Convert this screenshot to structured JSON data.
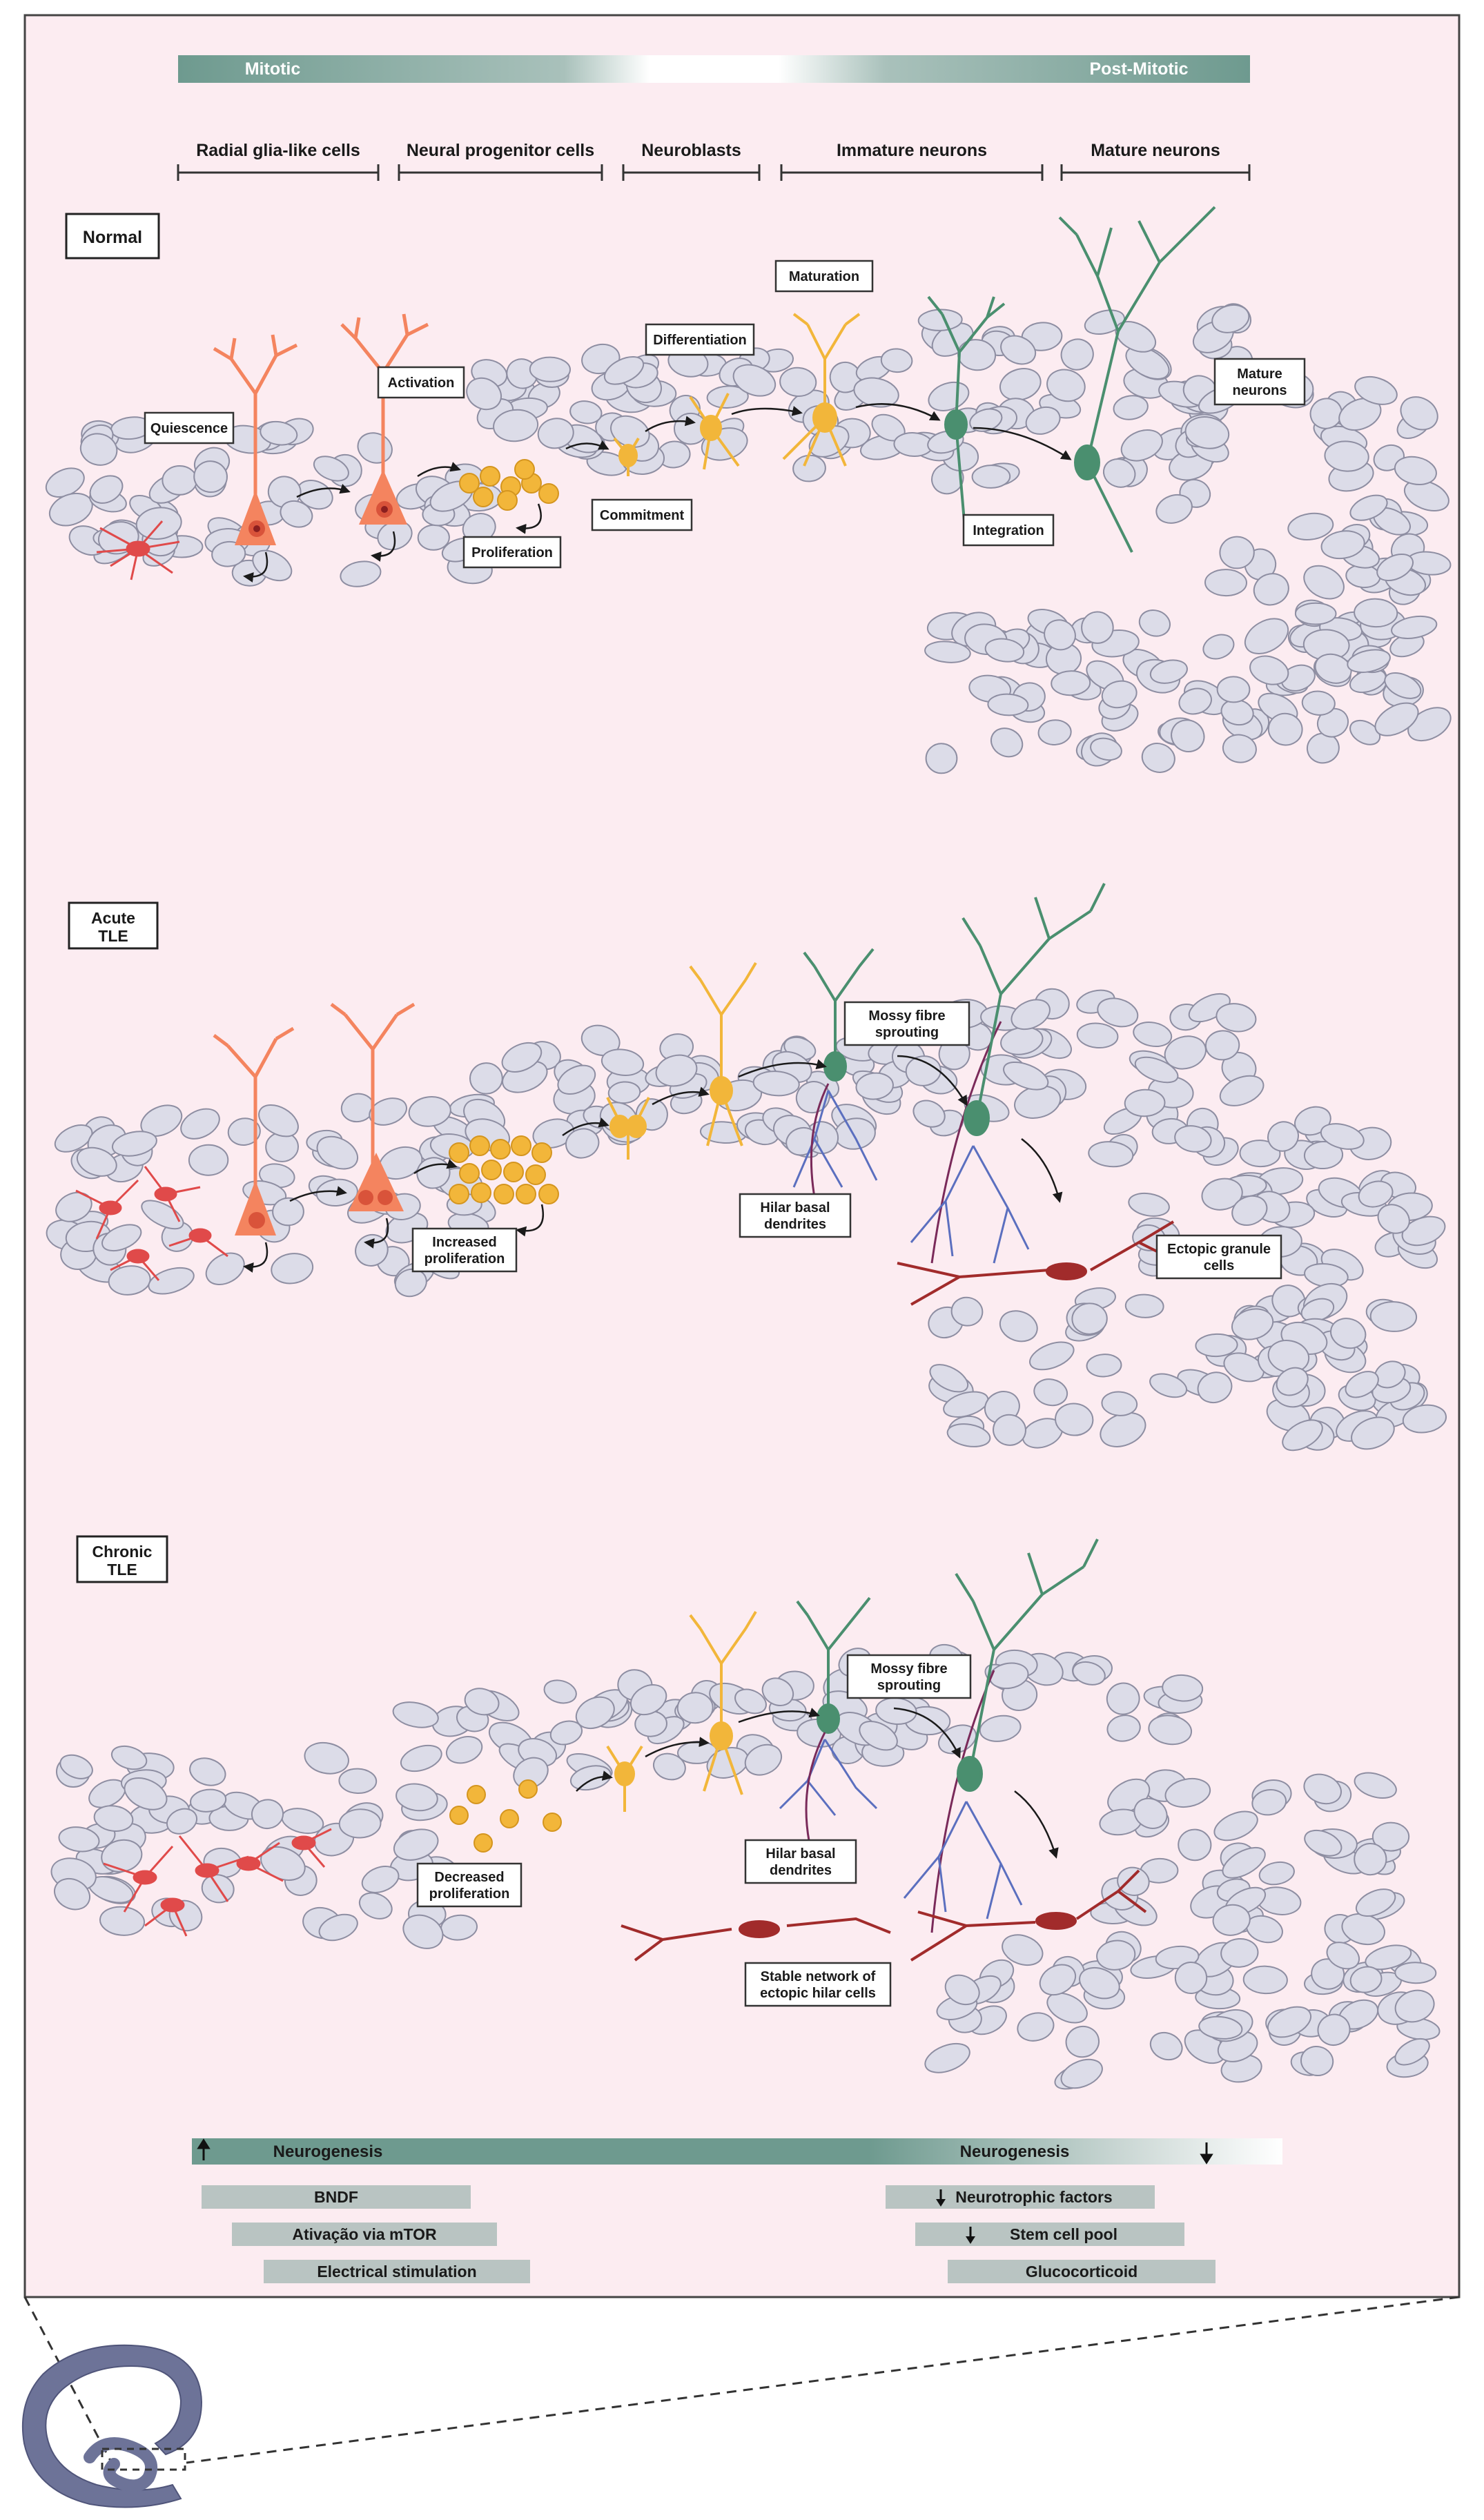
{
  "top_bar": {
    "left_label": "Mitotic",
    "right_label": "Post-Mitotic"
  },
  "stages": [
    "Radial glia-like cells",
    "Neural progenitor cells",
    "Neuroblasts",
    "Immature neurons",
    "Mature neurons"
  ],
  "panels": {
    "normal": {
      "title": "Normal",
      "labels": {
        "quiescence": "Quiescence",
        "activation": "Activation",
        "proliferation": "Proliferation",
        "commitment": "Commitment",
        "differentiation": "Differentiation",
        "maturation": "Maturation",
        "integration": "Integration",
        "mature_neurons": [
          "Mature",
          "neurons"
        ]
      }
    },
    "acute": {
      "title": [
        "Acute",
        "TLE"
      ],
      "labels": {
        "increased_proliferation": [
          "Increased",
          "proliferation"
        ],
        "hilar_basal_dendrites": [
          "Hilar basal",
          "dendrites"
        ],
        "mossy_fibre_sprouting": [
          "Mossy fibre",
          "sprouting"
        ],
        "ectopic_granule_cells": [
          "Ectopic granule",
          "cells"
        ]
      }
    },
    "chronic": {
      "title": [
        "Chronic",
        "TLE"
      ],
      "labels": {
        "decreased_proliferation": [
          "Decreased",
          "proliferation"
        ],
        "hilar_basal_dendrites": [
          "Hilar basal",
          "dendrites"
        ],
        "mossy_fibre_sprouting": [
          "Mossy fibre",
          "sprouting"
        ],
        "stable_network": [
          "Stable network of",
          "ectopic hilar cells"
        ]
      }
    }
  },
  "bottom": {
    "left_label": "Neurogenesis",
    "right_label": "Neurogenesis",
    "left_factors": [
      "BNDF",
      "Ativação via mTOR",
      "Electrical stimulation"
    ],
    "right_factors": [
      "Neurotrophic factors",
      "Stem cell pool",
      "Glucocorticoid"
    ]
  },
  "colors": {
    "panel_bg": "#fcecf1",
    "teal": "#6e9a8f",
    "factor_gray": "#b9c4c2",
    "cell_fill": "#dcdce8",
    "cell_stroke": "#8e8ea2",
    "radial_glia": "#f4845f",
    "progenitor": "#f2b63a",
    "immature": "#4a8f6f",
    "dendrite_blue": "#5b6fbf",
    "ectopic_red": "#a12b2b",
    "astrocyte": "#e04a4a",
    "hippocampus": "#6d7398"
  }
}
